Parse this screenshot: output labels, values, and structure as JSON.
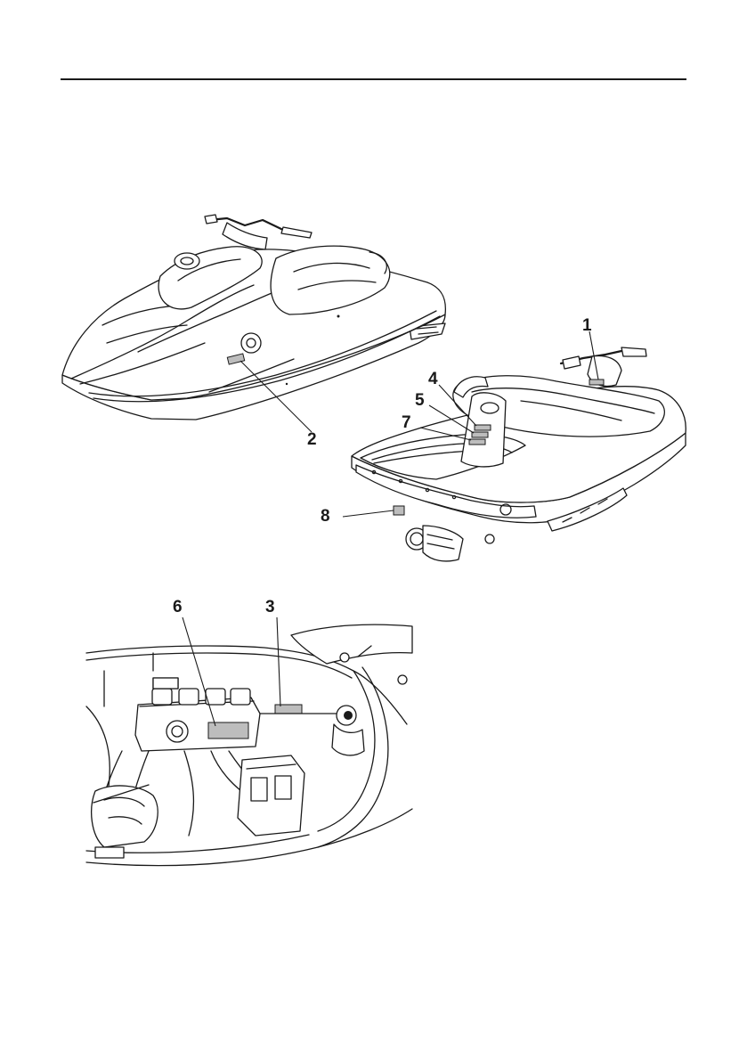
{
  "figures": {
    "front_craft": {
      "callouts": [
        "2"
      ]
    },
    "rear_craft": {
      "callouts": [
        "1",
        "4",
        "5",
        "7",
        "8"
      ]
    },
    "storage_detail": {
      "callouts": [
        "6",
        "3"
      ]
    }
  },
  "colors": {
    "line": "#1a1a1a",
    "label_fill": "#bdbdbd",
    "background": "#ffffff"
  }
}
